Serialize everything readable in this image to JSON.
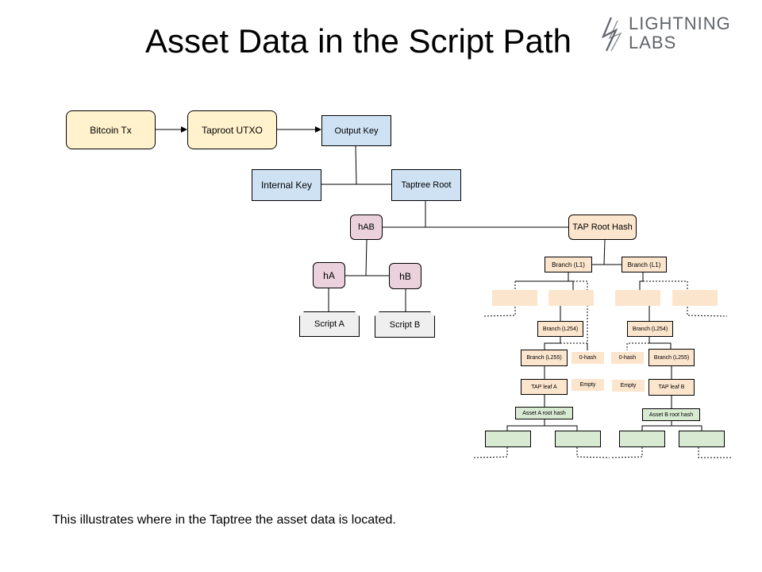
{
  "title": "Asset Data in the Script Path",
  "logo": {
    "line1": "LIGHTNING",
    "line2": "LABS",
    "icon": "lightning-bolt-icon",
    "color": "#5f6368"
  },
  "nodes": {
    "bitcoin_tx": "Bitcoin Tx",
    "taproot_utxo": "Taproot UTXO",
    "output_key": "Output Key",
    "internal_key": "Internal Key",
    "taptree_root": "Taptree Root",
    "hab": "hAB",
    "ha": "hA",
    "hb": "hB",
    "script_a": "Script A",
    "script_b": "Script B",
    "tap_root_hash": "TAP Root Hash",
    "branch_l1_left": "Branch (L1)",
    "branch_l1_right": "Branch (L1)",
    "branch_l254_left": "Branch (L254)",
    "branch_l254_right": "Branch (L254)",
    "branch_l255_left": "Branch (L255)",
    "branch_l255_right": "Branch (L255)",
    "zero_hash_left": "0-hash",
    "zero_hash_right": "0-hash",
    "empty_left": "Empty",
    "empty_right": "Empty",
    "tap_leaf_a": "TAP leaf A",
    "tap_leaf_b": "TAP leaf B",
    "asset_a_root_hash": "Asset A root hash",
    "asset_b_root_hash": "Asset B root hash"
  },
  "caption": "This illustrates where in the Taptree the asset data is located.",
  "colors": {
    "yellow": "#fff2cc",
    "blue": "#cfe2f3",
    "pink": "#ead1dc",
    "gray": "#efefef",
    "peach": "#fce5cd",
    "green": "#d9ead3"
  }
}
